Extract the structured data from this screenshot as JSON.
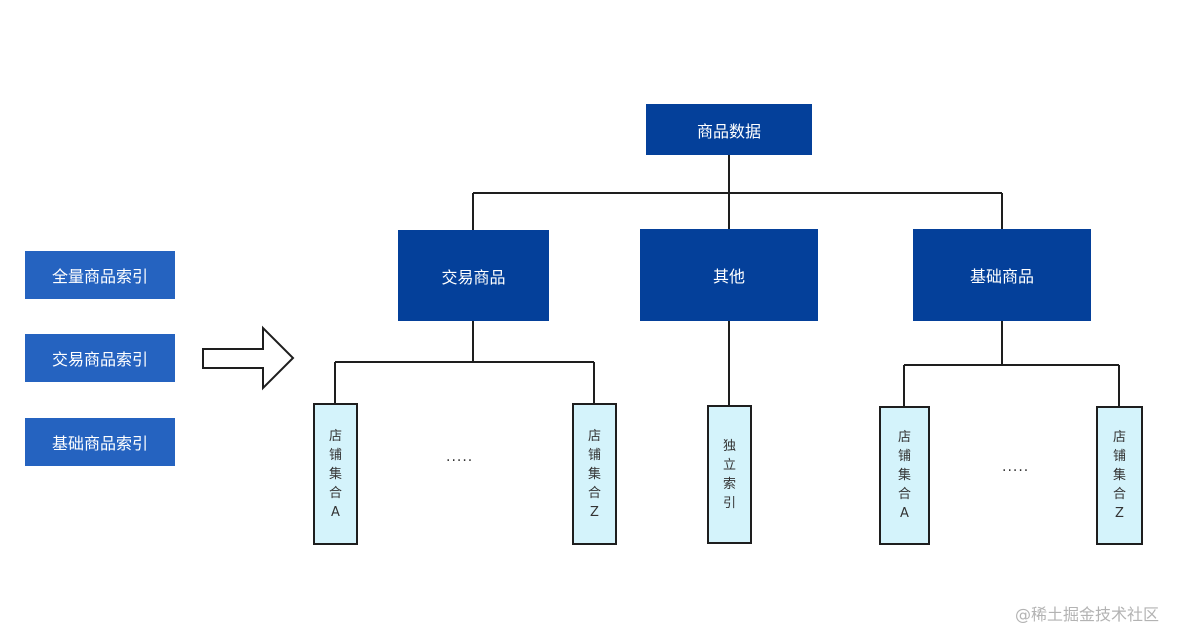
{
  "left_indexes": [
    "全量商品索引",
    "交易商品索引",
    "基础商品索引"
  ],
  "root": "商品数据",
  "level2": [
    "交易商品",
    "其他",
    "基础商品"
  ],
  "leaves": {
    "trade_a": "店铺集合A",
    "trade_z": "店铺集合Z",
    "other": "独立索引",
    "base_a": "店铺集合A",
    "base_z": "店铺集合Z"
  },
  "ellipsis": ".....",
  "watermark": "@稀土掘金技术社区",
  "colors": {
    "side_box": "#2563c0",
    "node_box": "#04409a",
    "leaf_fill": "#d4f3fb",
    "connector": "#1e1e1e"
  }
}
